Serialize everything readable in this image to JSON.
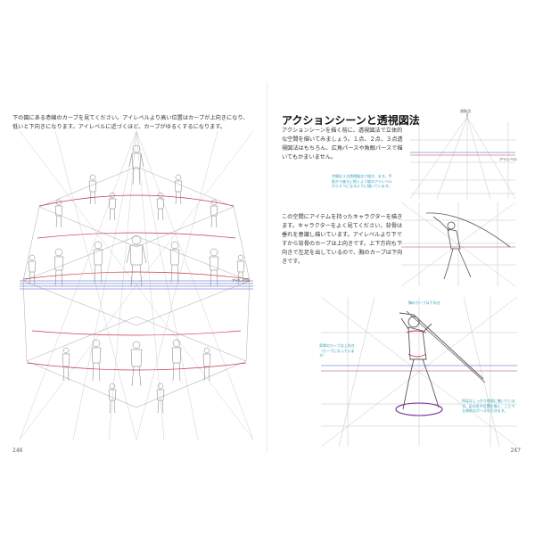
{
  "left_page": {
    "intro_text": "下の図にある赤線のカーブを見てください。アイレベルより高い位置はカーブが上向きになり、低いと下向きになります。アイレベルに近づくほど、カーブがゆるくするになります。",
    "eye_level_label": "アイレベル",
    "page_number": "246"
  },
  "right_page": {
    "section_title": "アクションシーンと透視図法",
    "intro_text": "アクションシーンを描く前に、透視図法で立体的な空間を描いてみましょう。１点、２点、３点透視図法はもちろん、広角パースや魚眼パースで描いてもかまいません。",
    "intro_text_2": "この空間にアイテムを持ったキャラクターを描きます。キャラクターをよく見てください。背骨は垂れを意識し描いています。アイレベルより下ですから背骨のカーブは上向きです。上下方向も下向きで左足を出しているので、胸のカーブは下向きです。",
    "vanishing_point_label": "消失点",
    "eye_level_label": "アイレベル",
    "callout_1": "空間は３点透視図法で描き、ます。手前から後ろに続くよう縦のアイレベルから５つになるように描いています。",
    "callout_2": "胸のカーブは下向き",
    "callout_3": "背骨のカーブは上向き（カーブになっています）",
    "callout_4": "四足はしっかり地面に着いています。足の形や位置を描く、ことで立体的なポーズを引きます。",
    "page_number": "247"
  },
  "colors": {
    "curve_red": "#c8384a",
    "guide_blue": "#3c54c8",
    "callout_teal": "#2a9bb5",
    "ellipse_purple": "#7a2f9a",
    "grid_gray": "#b9b9b9",
    "figure_line": "#7a7a7a"
  }
}
